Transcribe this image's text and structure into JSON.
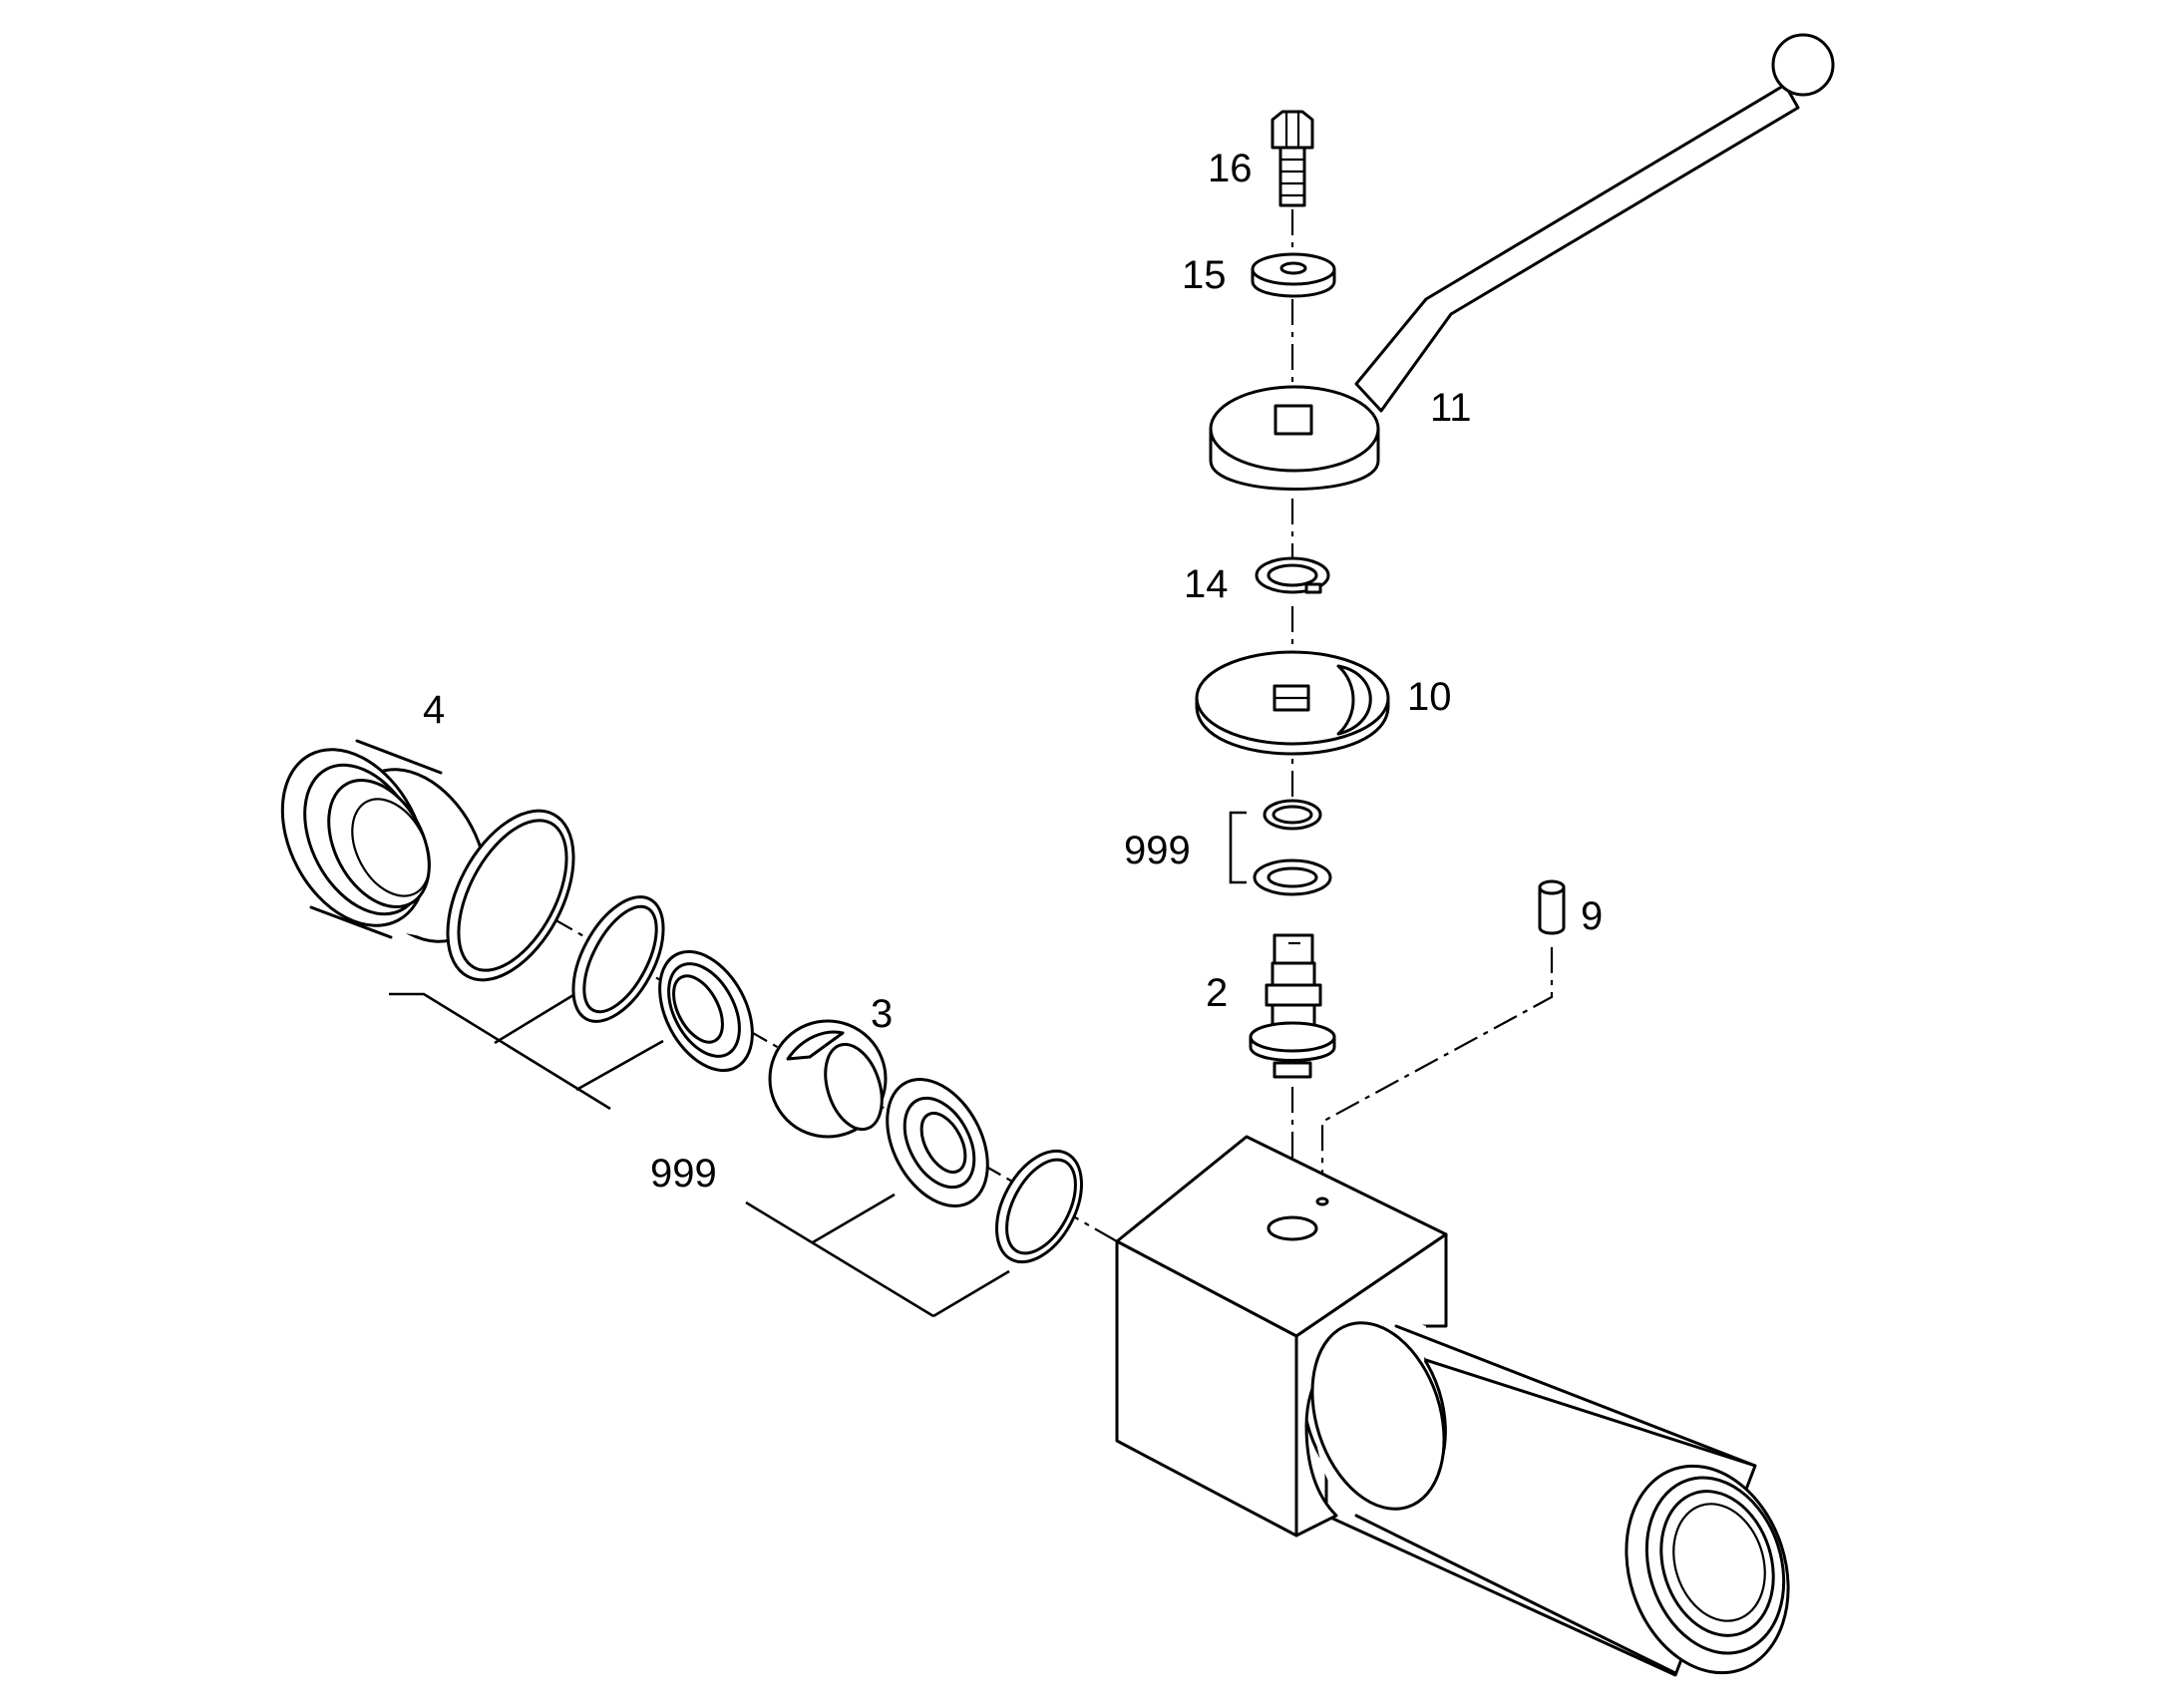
{
  "diagram": {
    "callouts": {
      "c16": "16",
      "c15": "15",
      "c11": "11",
      "c14": "14",
      "c10": "10",
      "c999_stem": "999",
      "c9": "9",
      "c2": "2",
      "c4": "4",
      "c3": "3",
      "c999_seats": "999"
    }
  }
}
